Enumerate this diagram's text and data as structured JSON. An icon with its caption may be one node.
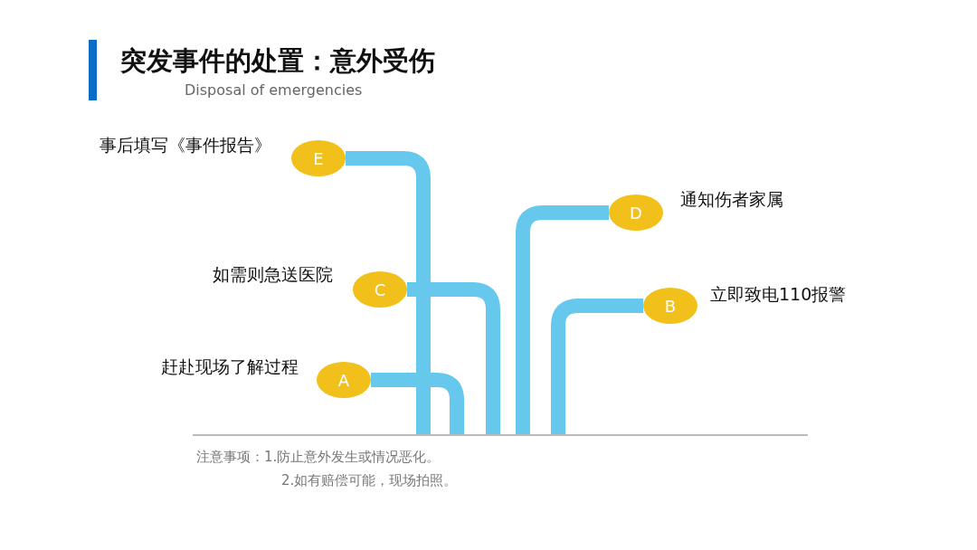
{
  "diagram": {
    "title": "突发事件的处置：意外受伤",
    "nodes": [
      {
        "text": [
          "E"
        ],
        "beside": [
          "事后填写《事件报告》"
        ]
      },
      {
        "text": [
          "D"
        ],
        "beside": [
          "通知伤者家属"
        ]
      },
      {
        "text": [
          "C"
        ],
        "beside": [
          "如需则急送医院"
        ]
      },
      {
        "text": [
          "B"
        ],
        "beside": [
          "立即致电110报警"
        ]
      },
      {
        "text": [
          "A"
        ],
        "beside": [
          "赶赴现场了解过程"
        ]
      },
      {
        "text": [],
        "shape": "bar"
      }
    ],
    "edges": [
      {
        "from": 0,
        "to": 5,
        "arrow": "none"
      },
      {
        "from": 1,
        "to": 5,
        "arrow": "none"
      },
      {
        "from": 2,
        "to": 5,
        "arrow": "none"
      },
      {
        "from": 3,
        "to": 5,
        "arrow": "none"
      },
      {
        "from": 4,
        "to": 5,
        "arrow": "none"
      }
    ],
    "labels": [
      "Disposal of emergencies",
      "注意事项：1.防止意外发生或情况恶化。",
      "2.如有赔偿可能，现场拍照。"
    ]
  }
}
